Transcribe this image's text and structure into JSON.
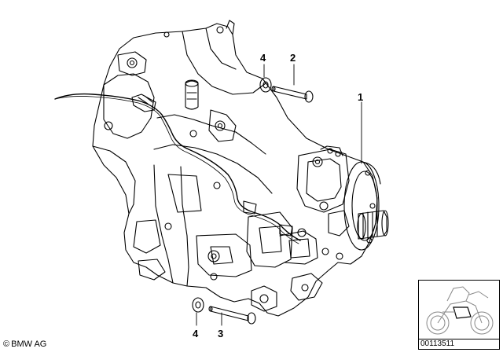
{
  "callouts": {
    "part1": "1",
    "part2": "2",
    "part3": "3",
    "part4_top": "4",
    "part4_bottom": "4"
  },
  "footer": {
    "copyright_symbol": "©",
    "copyright_text": "BMW AG",
    "reference_number": "00113511"
  },
  "icons": {
    "drawing": "gearbox-housing-exploded-drawing",
    "thumbnail": "motorcycle-position-thumbnail-icon"
  },
  "colors": {
    "line": "#000000",
    "background": "#ffffff",
    "thumbnail_line": "#888888"
  }
}
